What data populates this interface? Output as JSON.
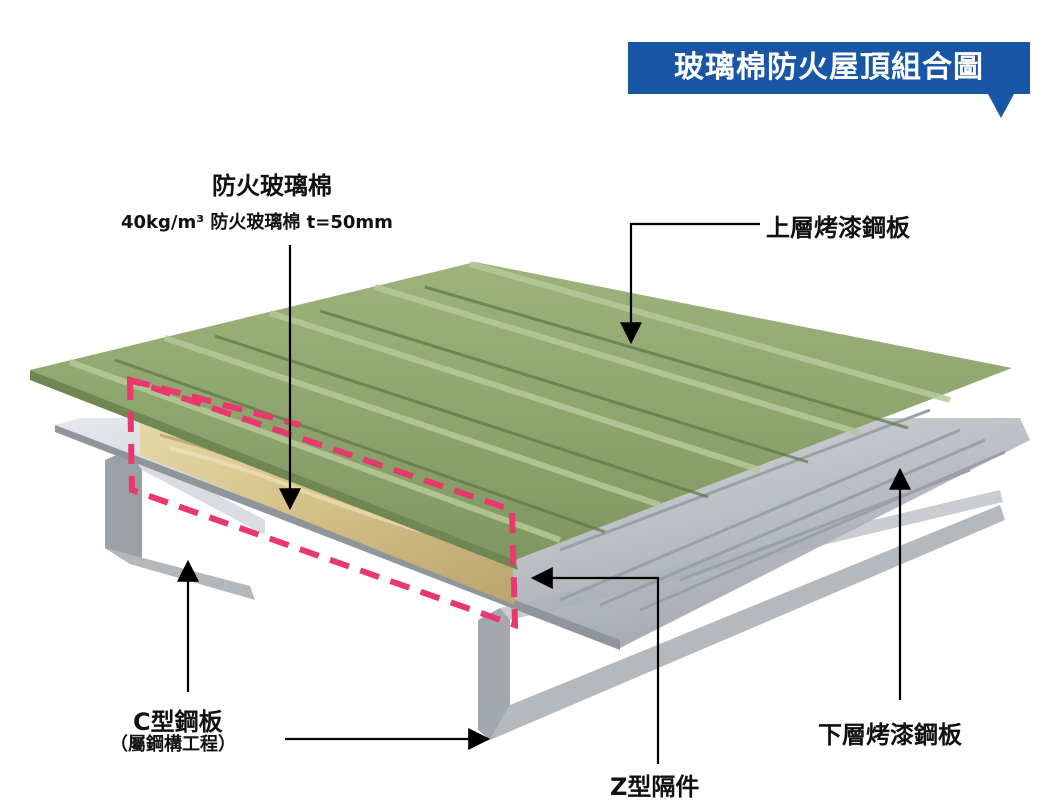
{
  "title": "玻璃棉防火屋頂組合圖",
  "colors": {
    "banner": "#1a56a6",
    "top_sheet": "#8ea66b",
    "fireproof_outline": "#e8386d",
    "insulation": "#d8c690",
    "steel": "#c8ccd1"
  },
  "labels": {
    "glass_wool_title": "防火玻璃棉",
    "glass_wool_spec": "40kg/m³ 防火玻璃棉 t=50mm",
    "upper_sheet": "上層烤漆鋼板",
    "lower_sheet": "下層烤漆鋼板",
    "c_steel_line1": "C型鋼板",
    "c_steel_line2": "（屬鋼構工程）",
    "z_spacer": "Z型隔件"
  }
}
